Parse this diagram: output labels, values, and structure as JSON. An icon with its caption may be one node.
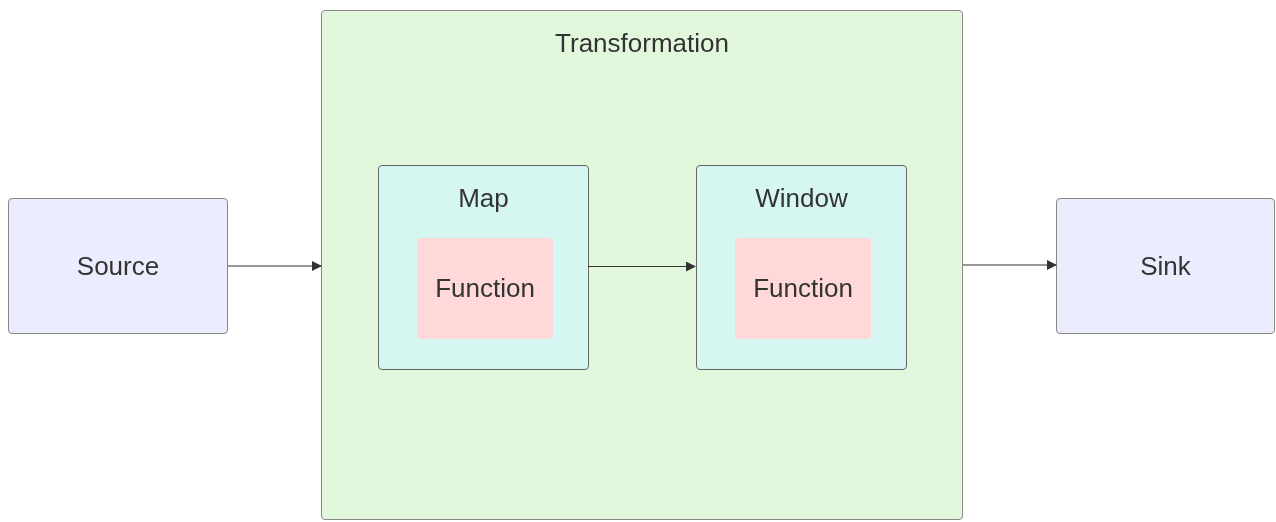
{
  "diagram": {
    "nodes": [
      {
        "text": [
          "Source"
        ]
      },
      {
        "text": [
          "Transformation"
        ]
      },
      {
        "text": [
          "Map"
        ],
        "in": 1
      },
      {
        "text": [
          "Function"
        ],
        "in": 2
      },
      {
        "text": [
          "Window"
        ],
        "in": 1
      },
      {
        "text": [
          "Function"
        ],
        "in": 4
      },
      {
        "text": [
          "Sink"
        ]
      }
    ],
    "edges": [
      {
        "from": 0,
        "to": 1,
        "arrow": "to"
      },
      {
        "from": 2,
        "to": 4,
        "arrow": "to"
      },
      {
        "from": 1,
        "to": 6,
        "arrow": "to"
      }
    ]
  }
}
